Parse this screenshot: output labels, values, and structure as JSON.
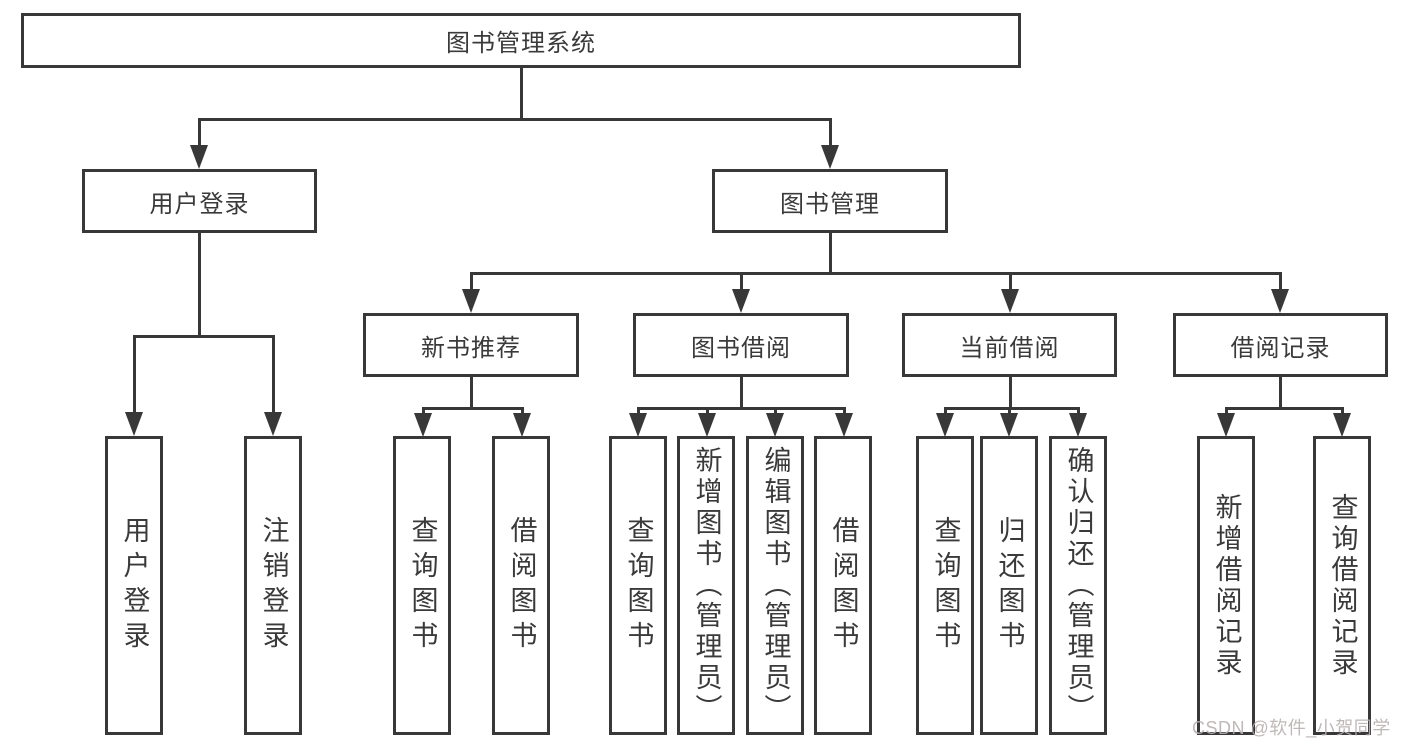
{
  "diagram_title": "图书管理系统",
  "nodes": {
    "root": {
      "label": "图书管理系统"
    },
    "level2": {
      "user_login": {
        "label": "用户登录"
      },
      "book_mgmt": {
        "label": "图书管理"
      }
    },
    "level3": {
      "new_book": {
        "label": "新书推荐"
      },
      "book_borrow": {
        "label": "图书借阅"
      },
      "current_borrow": {
        "label": "当前借阅"
      },
      "borrow_record": {
        "label": "借阅记录"
      }
    },
    "leaves": {
      "user_login": [
        "用户登录",
        "注销登录"
      ],
      "new_book": [
        "查询图书",
        "借阅图书"
      ],
      "book_borrow": [
        "查询图书",
        "新增图书（管理员）",
        "编辑图书（管理员）",
        "借阅图书"
      ],
      "current_borrow": [
        "查询图书",
        "归还图书",
        "确认归还（管理员）"
      ],
      "borrow_record": [
        "新增借阅记录",
        "查询借阅记录"
      ]
    }
  },
  "watermark": {
    "text": "CSDN @软件_小贺同学"
  },
  "colors": {
    "line": "#383838",
    "box_border": "#383838",
    "text": "#3a3a3a",
    "watermark": "#b8b0b0",
    "background": "#ffffff"
  }
}
